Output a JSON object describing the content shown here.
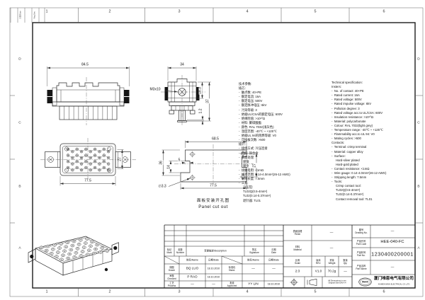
{
  "frame": {
    "columns": [
      "1",
      "2",
      "3",
      "4",
      "5",
      "6"
    ],
    "rows": [
      "D",
      "C",
      "B",
      "A"
    ],
    "filing_strip": [
      "日期/Date",
      "Reg.Des."
    ]
  },
  "views": {
    "side_view": {
      "dim_width": "84.5"
    },
    "end_view": {
      "dim_width": "34",
      "screw_label": "M3x10",
      "dim_h1": "18.3",
      "dim_h2": "37",
      "dim_h3": "1.2"
    },
    "front_view": {
      "dim_width": "77.5",
      "dim_height": "27"
    },
    "panel_cutout": {
      "dim_top": "68.5",
      "dim_bottom": "77.5",
      "dim_right": "27",
      "dim_left": "36",
      "dim_step_h": "14",
      "dim_step_w": "5",
      "dim_hole": "∅3.3",
      "caption_zh": "面板安装开孔图",
      "caption_en": "Panel cut out"
    }
  },
  "spec_zh": [
    "技术参数:",
    "插芯:",
    "-  触点数: 40+PE",
    "-  额定电流: 16A",
    "-  额定电压: 500V",
    "-  额定脉冲电压: 6kV",
    "-  污染等级: 3",
    "-  依据UL/CSA的额定电压: 600V",
    "-  绝缘阻值: >10¹⁰Ω",
    "-  材料: 聚碳酸酯",
    "-  颜色: RAL 7032(浅灰色)",
    "-  温度范围: -40℃ ~ +125℃",
    "-  依据UL 94的阻燃等级: V0",
    "-  可插拔次数: >500",
    "插针:",
    "-  接线方式: 冷压连接",
    "-  材料: 铜合金",
    "-  表面处理:",
    "     镀银",
    "     镀金",
    "-  接触电阻: <1mΩ",
    "-  线径范围: 0.14-4.0mm²(26-12 AWG)",
    "-  剥线长度: 7.5mm",
    "-  工具:",
    "     冷压钳:",
    "     TL02Q(0.5-4mm²)",
    "     TL02(0.14-0.37mm²)",
    "     退针器: TL01"
  ],
  "spec_en": [
    "Technical specification:",
    "Insters:",
    "-  No. of contact: 40+PE",
    "-  Rated current: 16A",
    "-  Rated voltage: 500V",
    "-  Rated impulse voltage: 6kV",
    "-  Pollution degree: 3",
    "-  Rated voltage acc.to UL/CSA: 600V",
    "-  Insulation resistance: >10¹⁰Ω",
    "-  Material: polycarbonate",
    "-  Colour: RAL 7032(light grey)",
    "-  Temperature range: -40℃ ~ +125℃",
    "-  Flammability acc.to UL 94: V0",
    "-  Mating cycles: >500",
    "Contacts:",
    "-  Terminal: crimp terminal",
    "-  Material: copper alloy",
    "-  Surface:",
    "     Hard-silver plated",
    "     Hard-gold plated",
    "-  Contact resistance: <1mΩ",
    "-  Wire gauge: 0.14-4.0mm²(26-12 AWG)",
    "-  Stripping length: 7.5mm",
    "-  Tools:",
    "     Crimp contact tool:",
    "     TL02Q(0.5-4mm²)",
    "     TL02(0.14-0.37mm²)",
    "     Contact removal tool: TL01"
  ],
  "title_block": {
    "finish_label": "表面处理\nFinish",
    "finish_value": "—",
    "material_label": "材料\nMaterial",
    "material_value": "—",
    "scale_label": "比例\nScale",
    "scale_value": "2:3",
    "rev_label": "版本\nREV.",
    "rev_value": "V1.0",
    "weight_label": "重量\nWeight",
    "weight_value": "70.2g",
    "qty_label": "数量\nQty.",
    "qty_value": "—",
    "drawing_no_label": "图号\nDrawing No.",
    "drawing_no_value": "—",
    "part_code_label": "产品代号\nPart Code",
    "part_code_value": "HEE-040-FC",
    "part_no_label": "产品料号\nPart No.",
    "part_no_value": "1230400200001",
    "part_name_label": "产品名称\nPart Name",
    "part_name_value": "—",
    "note": "All Dimensions in mm\nOriginal Size DIN A 4",
    "company_logo": "WAIN",
    "company_zh": "厦门唯恩电气有限公司",
    "company_en": "XIAMEN WAIN ELECTRICAL CO.,LTD"
  },
  "rev_table": {
    "mark_label": "标记\nMark",
    "number_label": "处数\nNumber",
    "description_label": "变更描述/Description",
    "signature_label": "签名\nSignature",
    "date_label": "日期\nDate",
    "name_header": "姓名/Name",
    "date_header": "日期/Date",
    "drawn_label": "制图\nDrawn",
    "drawn_name": "BQ LUO",
    "drawn_date": "18.10.2010",
    "checked_label": "审核\nChecked",
    "checked_name": "P RAO",
    "checked_date": "18.10.2010",
    "process_label": "工艺\nProcess",
    "process_name": "—",
    "process_date": "—",
    "stand_label": "标准化\nStand.",
    "stand_name": "—",
    "stand_date": "—",
    "approved_label": "批准\nApproved",
    "approved_name": "YY LIN",
    "approved_date": "18.10.2010"
  }
}
